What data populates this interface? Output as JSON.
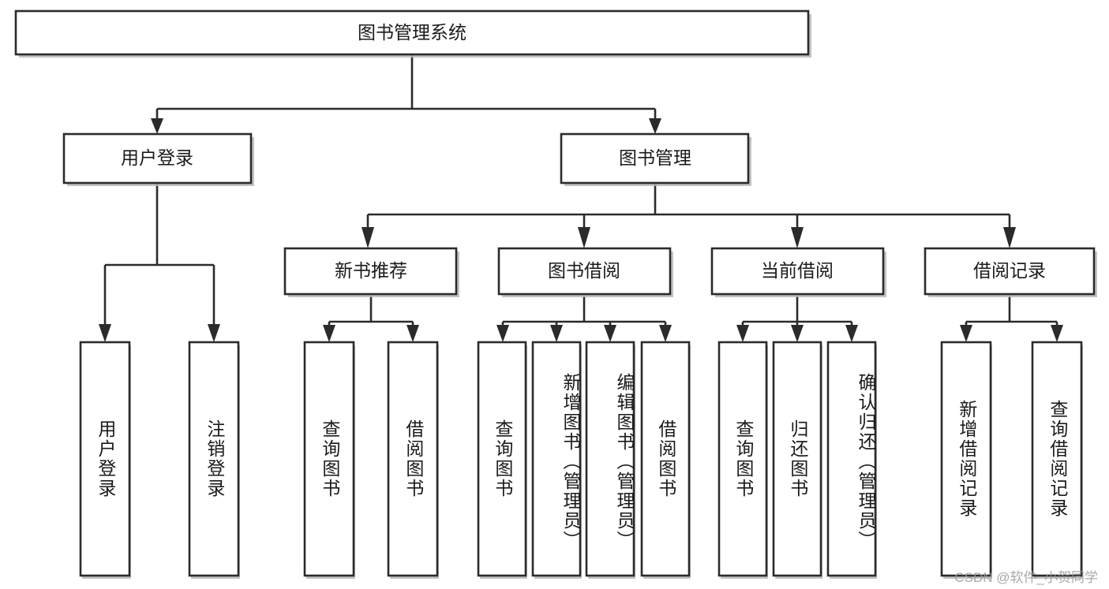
{
  "diagram": {
    "type": "tree-hierarchy-flowchart",
    "root": {
      "id": "root",
      "label": "图书管理系统"
    },
    "level2": [
      {
        "id": "user-login",
        "label": "用户登录"
      },
      {
        "id": "book-manage",
        "label": "图书管理"
      }
    ],
    "level3": [
      {
        "id": "new-book-recommend",
        "label": "新书推荐",
        "parent": "book-manage"
      },
      {
        "id": "book-borrow",
        "label": "图书借阅",
        "parent": "book-manage"
      },
      {
        "id": "current-borrow",
        "label": "当前借阅",
        "parent": "book-manage"
      },
      {
        "id": "borrow-record",
        "label": "借阅记录",
        "parent": "book-manage"
      }
    ],
    "leaves": [
      {
        "id": "leaf-user-login",
        "label": "用户登录",
        "parent": "user-login"
      },
      {
        "id": "leaf-logout",
        "label": "注销登录",
        "parent": "user-login"
      },
      {
        "id": "leaf-query-book-1",
        "label": "查询图书",
        "parent": "new-book-recommend"
      },
      {
        "id": "leaf-borrow-book-1",
        "label": "借阅图书",
        "parent": "new-book-recommend"
      },
      {
        "id": "leaf-query-book-2",
        "label": "查询图书",
        "parent": "book-borrow"
      },
      {
        "id": "leaf-add-book",
        "label": "新增图书（管理员）",
        "parent": "book-borrow"
      },
      {
        "id": "leaf-edit-book",
        "label": "编辑图书（管理员）",
        "parent": "book-borrow"
      },
      {
        "id": "leaf-borrow-book-2",
        "label": "借阅图书",
        "parent": "book-borrow"
      },
      {
        "id": "leaf-query-book-3",
        "label": "查询图书",
        "parent": "current-borrow"
      },
      {
        "id": "leaf-return-book",
        "label": "归还图书",
        "parent": "current-borrow"
      },
      {
        "id": "leaf-confirm-return",
        "label": "确认归还（管理员）",
        "parent": "current-borrow"
      },
      {
        "id": "leaf-add-record",
        "label": "新增借阅记录",
        "parent": "borrow-record"
      },
      {
        "id": "leaf-query-record",
        "label": "查询借阅记录",
        "parent": "borrow-record"
      }
    ],
    "watermark": "CSDN @软件_小贺同学",
    "colors": {
      "stroke": "#2b2b2b",
      "fill": "#ffffff",
      "text": "#1a1a1a",
      "shadow": "#b8b8b8",
      "watermark": "#9a9a9a"
    }
  }
}
